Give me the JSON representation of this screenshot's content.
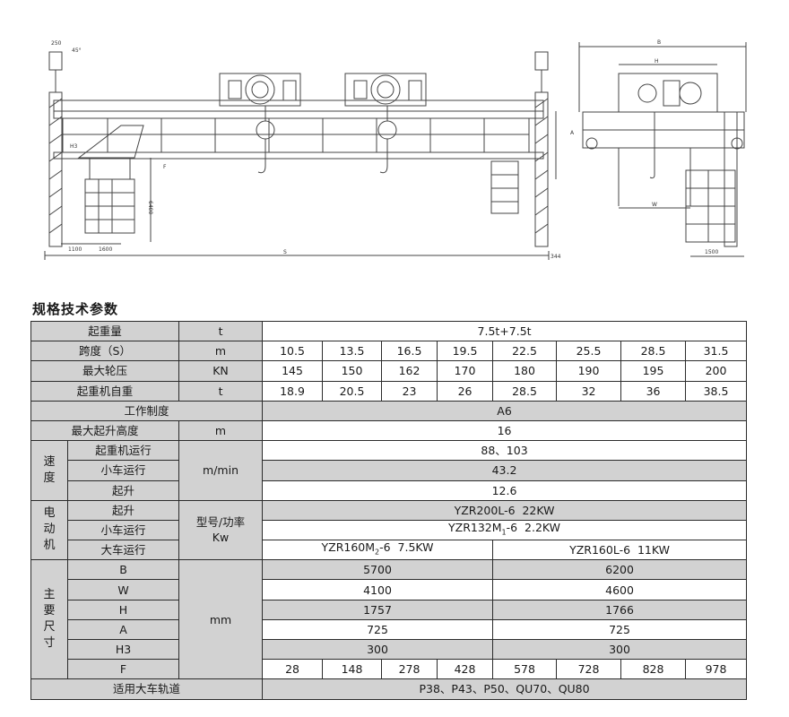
{
  "drawing": {
    "front_dims": {
      "top_left": "250",
      "angle": "45°",
      "left_gap": "1100",
      "cab_width": "1600",
      "height_left": "H3",
      "height_side": "F",
      "hook_dim": "6400",
      "span": "S",
      "right_gap": "344"
    },
    "side_dims": {
      "overall": "B",
      "inner": "H",
      "mid": "A",
      "rail": "W",
      "right_edge": "1500"
    }
  },
  "section_title": "规格技术参数",
  "table": {
    "capacity": {
      "label": "起重量",
      "unit": "t",
      "value": "7.5t+7.5t"
    },
    "span": {
      "label": "跨度（S）",
      "unit": "m",
      "values": [
        "10.5",
        "13.5",
        "16.5",
        "19.5",
        "22.5",
        "25.5",
        "28.5",
        "31.5"
      ]
    },
    "wheel_load": {
      "label": "最大轮压",
      "unit": "KN",
      "values": [
        "145",
        "150",
        "162",
        "170",
        "180",
        "190",
        "195",
        "200"
      ]
    },
    "crane_weight": {
      "label": "起重机自重",
      "unit": "t",
      "values": [
        "18.9",
        "20.5",
        "23",
        "26",
        "28.5",
        "32",
        "36",
        "38.5"
      ]
    },
    "work_class": {
      "label": "工作制度",
      "value": "A6"
    },
    "lift_height": {
      "label": "最大起升高度",
      "unit": "m",
      "value": "16"
    },
    "speed": {
      "group": [
        "速",
        "度"
      ],
      "unit": "m/min",
      "crane": {
        "label": "起重机运行",
        "value": "88、103"
      },
      "trolley": {
        "label": "小车运行",
        "value": "43.2"
      },
      "hoist": {
        "label": "起升",
        "value": "12.6"
      }
    },
    "motor": {
      "group": [
        "电",
        "动",
        "机"
      ],
      "unit_line1": "型号/功率",
      "unit_line2": "Kw",
      "hoist": {
        "label": "起升",
        "value": "YZR200L-6  22KW"
      },
      "trolley": {
        "label": "小车运行",
        "value_pre": "YZR132M",
        "value_sub": "1",
        "value_post": "-6  2.2KW"
      },
      "crane": {
        "label": "大车运行",
        "value_a_pre": "YZR160M",
        "value_a_sub": "2",
        "value_a_post": "-6  7.5KW",
        "value_b": "YZR160L-6  11KW"
      }
    },
    "dims": {
      "group": [
        "主",
        "要",
        "尺",
        "寸"
      ],
      "unit": "mm",
      "B": {
        "label": "B",
        "a": "5700",
        "b": "6200"
      },
      "W": {
        "label": "W",
        "a": "4100",
        "b": "4600"
      },
      "H": {
        "label": "H",
        "a": "1757",
        "b": "1766"
      },
      "A": {
        "label": "A",
        "a": "725",
        "b": "725"
      },
      "H3": {
        "label": "H3",
        "a": "300",
        "b": "300"
      },
      "F": {
        "label": "F",
        "values": [
          "28",
          "148",
          "278",
          "428",
          "578",
          "728",
          "828",
          "978"
        ]
      }
    },
    "rail": {
      "label": "适用大车轨道",
      "value": "P38、P43、P50、QU70、QU80"
    }
  }
}
